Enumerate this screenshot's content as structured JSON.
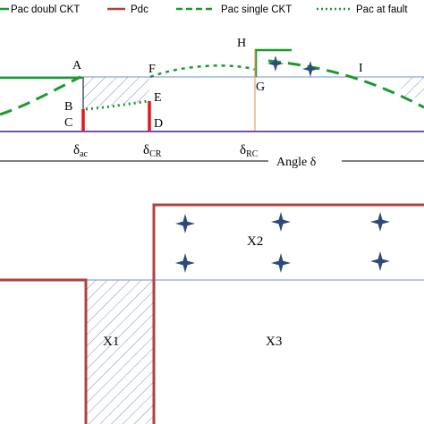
{
  "colors": {
    "pac_double": "#1a9a2e",
    "pdc": "#b0413e",
    "pac_single": "#1a9a2e",
    "pac_fault": "#1a9a2e",
    "baseline": "#7b4fa0",
    "reference": "#8aa6d6",
    "fault_bar": "#e8141b",
    "clear_line": "#e8a065",
    "hatch": "#7b8fc0",
    "star": "#2e4a7a"
  },
  "legend": {
    "pac_double": "Pac doubl CKT",
    "pdc": "Pdc",
    "pac_single": "Pac single CKT",
    "pac_fault": "Pac at fault"
  },
  "top_panel": {
    "points": {
      "A": "A",
      "B": "B",
      "C": "C",
      "D": "D",
      "E": "E",
      "F": "F",
      "G": "G",
      "H": "H",
      "I": "I"
    },
    "angles": [
      {
        "symbol": "δ",
        "sub": "ac"
      },
      {
        "symbol": "δ",
        "sub": "CR"
      },
      {
        "symbol": "δ",
        "sub": "RC"
      }
    ],
    "axis_label": "Angle δ"
  },
  "bottom_panel": {
    "regions": {
      "x1": "X1",
      "x2": "X2",
      "x3": "X3"
    }
  }
}
